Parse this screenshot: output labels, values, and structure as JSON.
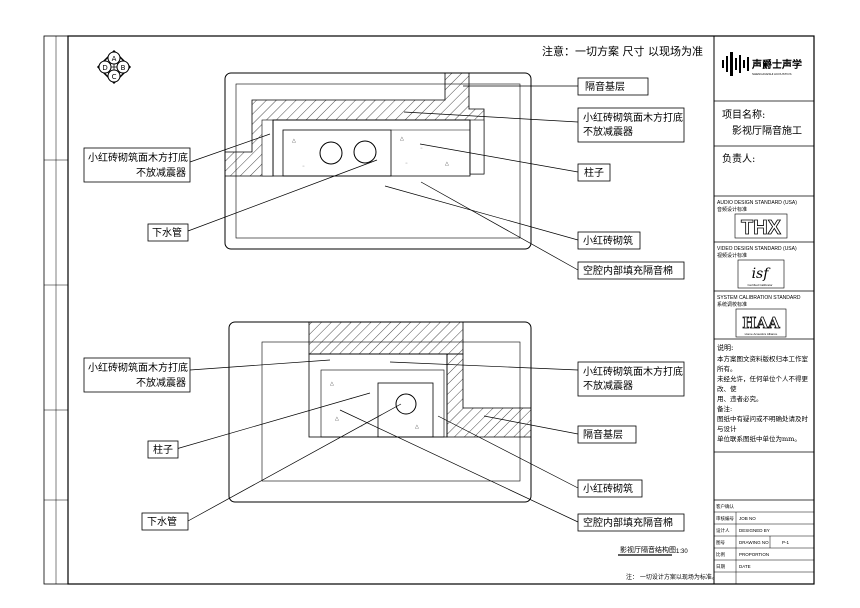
{
  "note_top": "注意：一切方案 尺寸 以现场为准",
  "compass": [
    "A",
    "B",
    "C",
    "D"
  ],
  "logo": {
    "brand": "声爵士声学",
    "sub": "SHENGJUESHI ACOUSTICS"
  },
  "project": {
    "label": "项目名称:",
    "name": "影视厅隔音施工"
  },
  "responsible": {
    "label": "负责人:"
  },
  "standards": [
    {
      "en": "AUDIO DESIGN STANDARD (USA)",
      "cn": "音频设计标准",
      "logo": "THX"
    },
    {
      "en": "VIDEO DESIGN STANDARD (USA)",
      "cn": "视频设计标准",
      "logo": "isf",
      "logo_sub": "Certified Calibrator"
    },
    {
      "en": "SYSTEM CALIBRATION STANDARD",
      "cn": "系统调校标准",
      "logo": "HAA",
      "logo_sub": "Home Acoustics Alliance"
    }
  ],
  "notes": {
    "title": "说明:",
    "lines": [
      "本方案图文资料版权归本工作室",
      "所有。",
      "未经允许，任何单位个人不得更",
      "改、使",
      "用、违者必究。",
      "备注:",
      "图纸中有疑问或不明确处请及时",
      "与设计",
      "单位联系图纸中单位为mm。"
    ]
  },
  "info_rows": [
    {
      "label": "客户确认",
      "value": ""
    },
    {
      "label": "审核编号",
      "value": "JOB NO"
    },
    {
      "label": "设计人",
      "value": "DESIGNED BY"
    },
    {
      "label": "图号",
      "value": "DRAWING NO",
      "extra": "P-1"
    },
    {
      "label": "比例",
      "value": "PROPORTION"
    },
    {
      "label": "日期",
      "value": "DATE"
    }
  ],
  "footer_note": "注：  一切设计方案以现场为标准。",
  "drawing_title": {
    "text": "影视厅隔音结构图",
    "scale": "1:30"
  },
  "plan_top": {
    "labels": {
      "base_layer": "隔音基层",
      "brick_wood_r1": "小红砖砌筑面木方打底",
      "brick_wood_r2": "不放减震器",
      "brick_wood_l1": "小红砖砌筑面木方打底",
      "brick_wood_l2": "不放减震器",
      "pillar": "柱子",
      "drain_pipe": "下水管",
      "brick": "小红砖砌筑",
      "cavity": "空腔内部填充隔音棉"
    }
  },
  "plan_bottom": {
    "labels": {
      "brick_wood_l1": "小红砖砌筑面木方打底",
      "brick_wood_l2": "不放减震器",
      "brick_wood_r1": "小红砖砌筑面木方打底",
      "brick_wood_r2": "不放减震器",
      "pillar": "柱子",
      "base_layer": "隔音基层",
      "brick": "小红砖砌筑",
      "drain_pipe": "下水管",
      "cavity": "空腔内部填充隔音棉"
    }
  }
}
